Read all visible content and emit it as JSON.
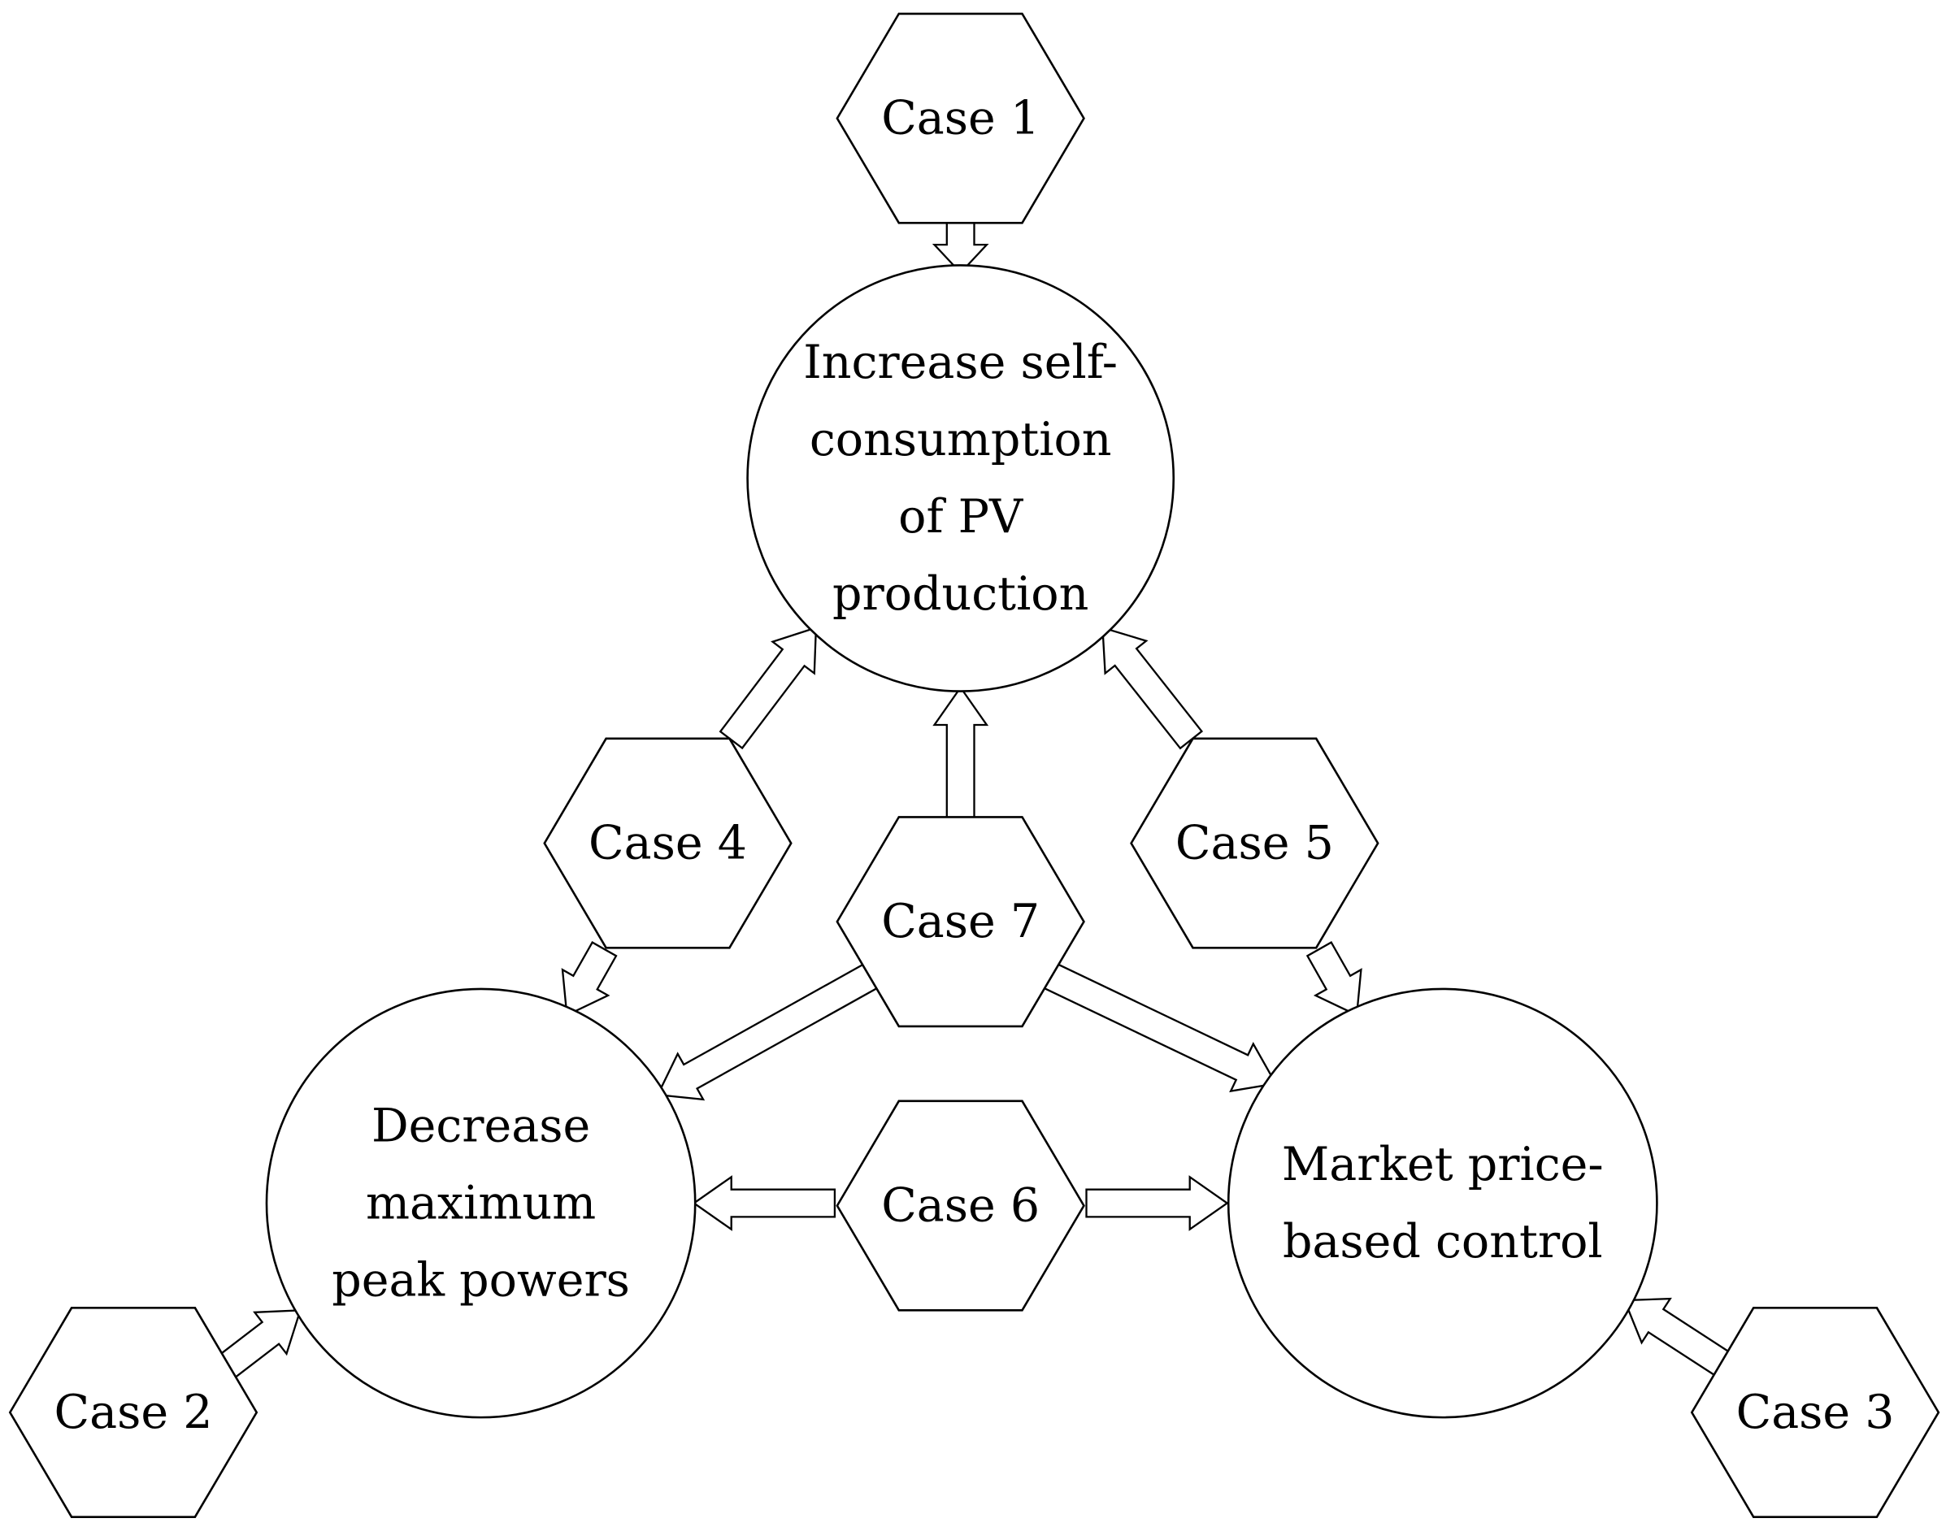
{
  "goals": [
    {
      "id": "self-consumption",
      "lines": [
        "Increase self-",
        "consumption",
        "of PV",
        "production"
      ]
    },
    {
      "id": "peak-power",
      "lines": [
        "Decrease",
        "maximum",
        "peak powers"
      ]
    },
    {
      "id": "market-price",
      "lines": [
        "Market price-",
        "based control"
      ]
    }
  ],
  "cases": [
    {
      "id": "case-1",
      "label": "Case 1"
    },
    {
      "id": "case-2",
      "label": "Case 2"
    },
    {
      "id": "case-3",
      "label": "Case 3"
    },
    {
      "id": "case-4",
      "label": "Case 4"
    },
    {
      "id": "case-5",
      "label": "Case 5"
    },
    {
      "id": "case-6",
      "label": "Case 6"
    },
    {
      "id": "case-7",
      "label": "Case 7"
    }
  ],
  "links": [
    {
      "from": "case-1",
      "to": "self-consumption"
    },
    {
      "from": "case-2",
      "to": "peak-power"
    },
    {
      "from": "case-3",
      "to": "market-price"
    },
    {
      "from": "case-4",
      "to": "self-consumption"
    },
    {
      "from": "case-4",
      "to": "peak-power"
    },
    {
      "from": "case-5",
      "to": "self-consumption"
    },
    {
      "from": "case-5",
      "to": "market-price"
    },
    {
      "from": "case-6",
      "to": "peak-power"
    },
    {
      "from": "case-6",
      "to": "market-price"
    },
    {
      "from": "case-7",
      "to": "self-consumption"
    },
    {
      "from": "case-7",
      "to": "peak-power"
    },
    {
      "from": "case-7",
      "to": "market-price"
    }
  ]
}
